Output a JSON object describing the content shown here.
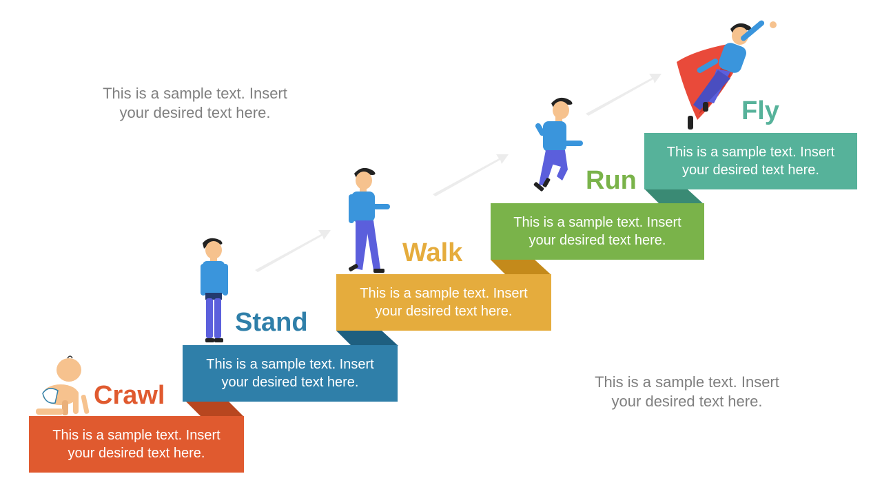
{
  "steps": [
    {
      "title": "Crawl",
      "line1": "This is a sample text. Insert",
      "line2": "your desired text here.",
      "color": "#e05a2f",
      "fold": "#b8461f"
    },
    {
      "title": "Stand",
      "line1": "This is a sample text. Insert",
      "line2": "your desired text here.",
      "color": "#2f7fa9",
      "fold": "#1e5f80"
    },
    {
      "title": "Walk",
      "line1": "This is a sample text. Insert",
      "line2": "your desired text here.",
      "color": "#e5ac3d",
      "fold": "#c48a1b"
    },
    {
      "title": "Run",
      "line1": "This is a sample text. Insert",
      "line2": "your desired text here.",
      "color": "#7ab34a",
      "fold": "#5b8c31"
    },
    {
      "title": "Fly",
      "line1": "This is a sample text. Insert",
      "line2": "your desired text here.",
      "color": "#56b29a",
      "fold": "#3a8a74"
    }
  ],
  "notes": {
    "top_left": {
      "line1": "This is a sample text. Insert",
      "line2": "your desired text here."
    },
    "bottom_right": {
      "line1": "This is a sample text. Insert",
      "line2": "your desired text here."
    }
  },
  "icons": [
    "baby-crawling-icon",
    "man-standing-icon",
    "man-walking-icon",
    "man-running-icon",
    "superhero-flying-icon",
    "progress-arrow-icon"
  ]
}
